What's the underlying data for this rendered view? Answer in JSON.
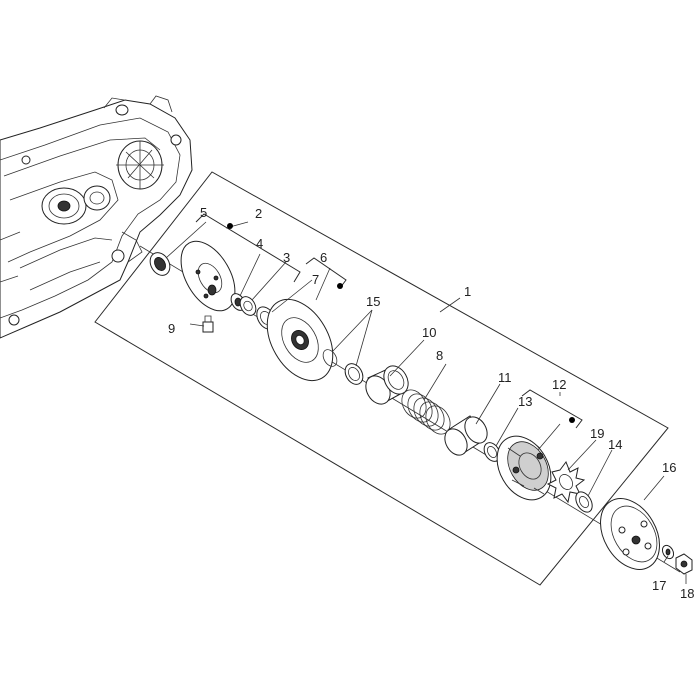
{
  "labels": {
    "l1": "1",
    "l2": "2",
    "l3": "3",
    "l4": "4",
    "l5": "5",
    "l6": "6",
    "l7": "7",
    "l8": "8",
    "l9": "9",
    "l10": "10",
    "l11": "11",
    "l12": "12",
    "l13": "13",
    "l14": "14",
    "l15": "15",
    "l16": "16",
    "l17": "17",
    "l18": "18",
    "l19": "19"
  }
}
